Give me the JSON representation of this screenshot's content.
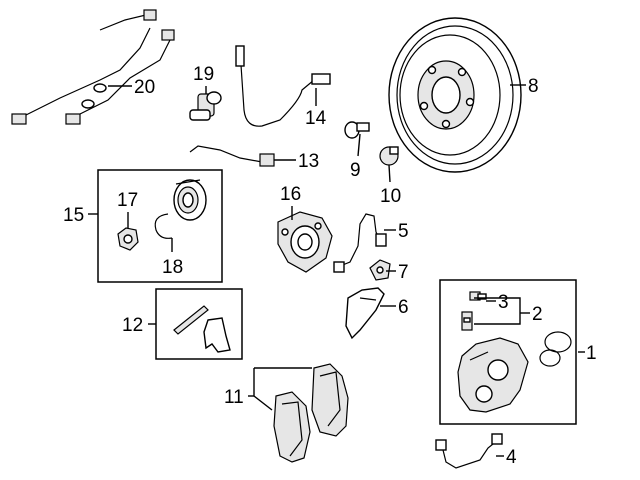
{
  "diagram": {
    "callouts": {
      "c1": "1",
      "c2": "2",
      "c3": "3",
      "c4": "4",
      "c5": "5",
      "c6": "6",
      "c7": "7",
      "c8": "8",
      "c9": "9",
      "c10": "10",
      "c11": "11",
      "c12": "12",
      "c13": "13",
      "c14": "14",
      "c15": "15",
      "c16": "16",
      "c17": "17",
      "c18": "18",
      "c19": "19",
      "c20": "20"
    }
  }
}
